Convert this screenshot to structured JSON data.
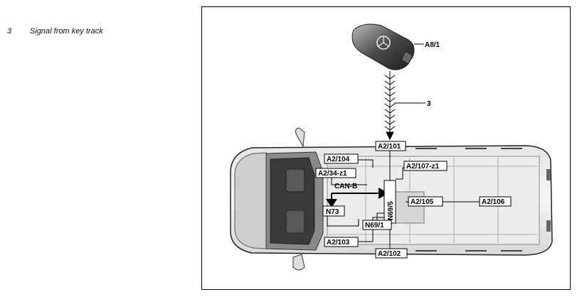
{
  "legend": {
    "number": "3",
    "text": "Signal from key track"
  },
  "diagram": {
    "key_label": "A8/1",
    "signal_label": "3",
    "bus_label": "CAN-B",
    "labels": {
      "a2_101": "A2/101",
      "a2_104": "A2/104",
      "a2_107_z1": "A2/107-z1",
      "a2_34_z1": "A2/34-z1",
      "n69_5": "N69/5",
      "n73": "N73",
      "a2_105": "A2/105",
      "a2_106": "A2/106",
      "n69_1": "N69/1",
      "a2_103": "A2/103",
      "a2_102": "A2/102"
    }
  }
}
